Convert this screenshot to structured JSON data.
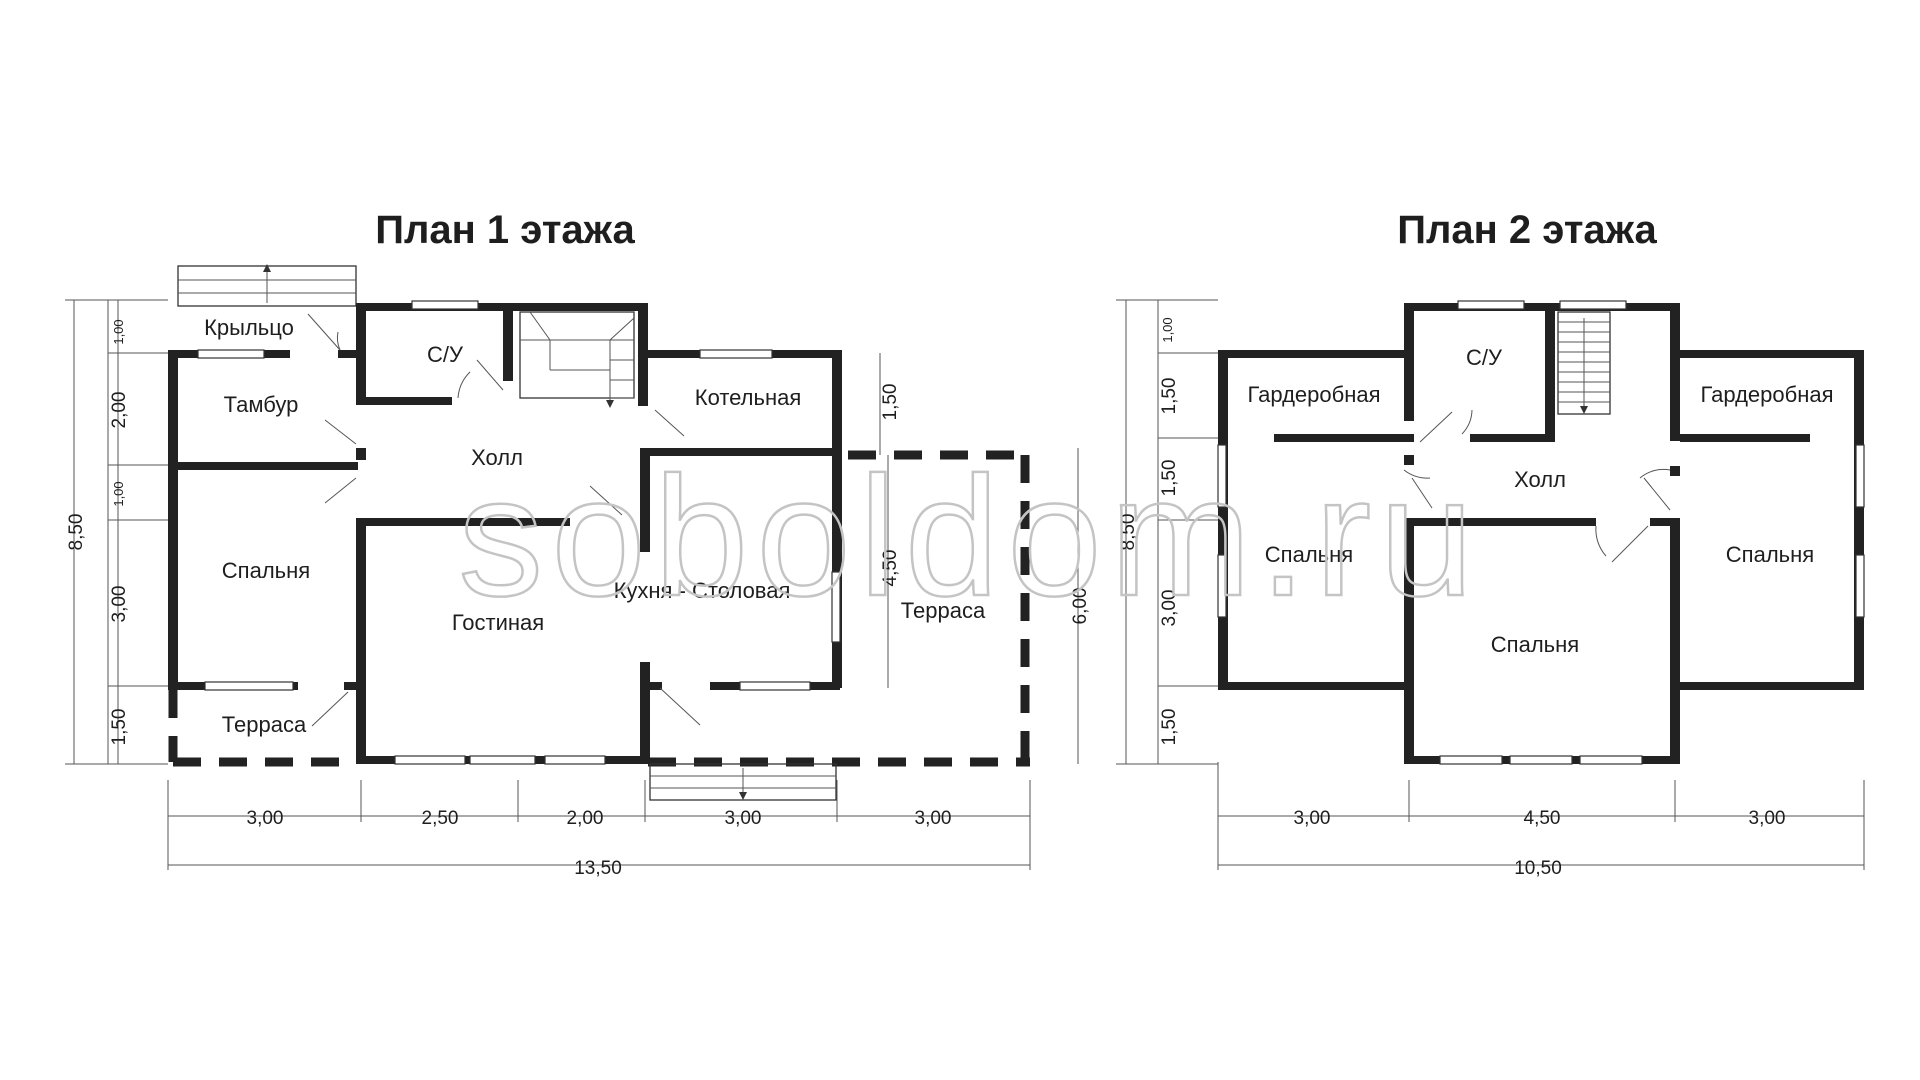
{
  "plan1": {
    "title": "План 1 этажа",
    "rooms": {
      "porch": "Крыльцо",
      "vestibule": "Тамбур",
      "bath": "С/У",
      "hall": "Холл",
      "boiler": "Котельная",
      "bedroom": "Спальня",
      "living": "Гостиная",
      "kitchen": "Кухня - Столовая",
      "terrace_small": "Терраса",
      "terrace_big": "Терраса"
    },
    "dims_bottom": [
      "3,00",
      "2,50",
      "2,00",
      "3,00",
      "3,00"
    ],
    "total_width": "13,50",
    "dims_left": [
      "1,00",
      "2,00",
      "1,00",
      "3,00",
      "1,50"
    ],
    "total_height": "8,50",
    "dim_boiler": "1,50",
    "dim_kitchen": "4,50",
    "dim_terrace": "6,00"
  },
  "plan2": {
    "title": "План 2 этажа",
    "rooms": {
      "wardrobe_left": "Гардеробная",
      "bath": "С/У",
      "wardrobe_right": "Гардеробная",
      "hall": "Холл",
      "bedroom_left": "Спальня",
      "bedroom_right": "Спальня",
      "bedroom_center": "Спальня"
    },
    "dims_bottom": [
      "3,00",
      "4,50",
      "3,00"
    ],
    "total_width": "10,50",
    "dims_left": [
      "1,00",
      "1,50",
      "1,50",
      "3,00",
      "1,50"
    ],
    "total_height": "8,50"
  },
  "watermark": "soboldom.ru"
}
